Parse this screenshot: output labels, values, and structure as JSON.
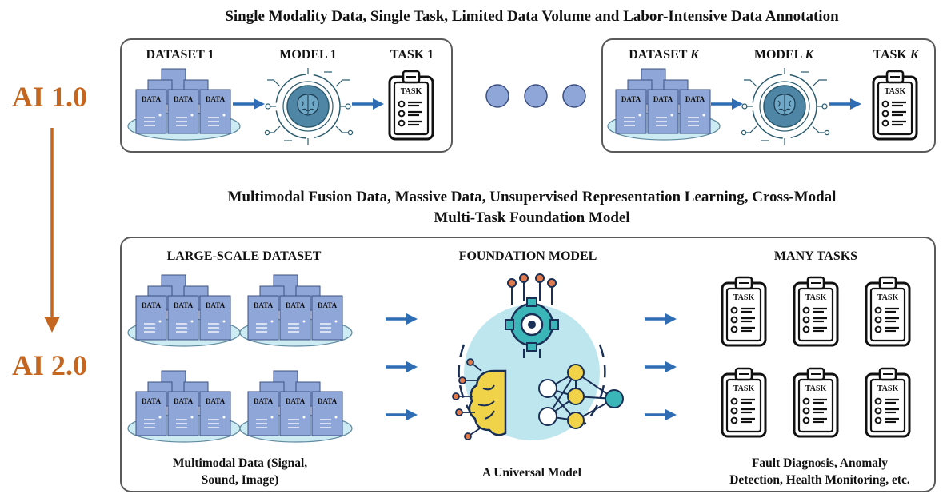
{
  "eras": {
    "ai1": "AI 1.0",
    "ai2": "AI 2.0"
  },
  "top": {
    "heading": "Single Modality Data, Single Task, Limited Data Volume and Labor-Intensive Data Annotation",
    "left_panel": {
      "dataset": "DATASET 1",
      "model": "MODEL 1",
      "task": "TASK 1"
    },
    "right_panel": {
      "dataset_prefix": "DATASET ",
      "model_prefix": "MODEL ",
      "task_prefix": "TASK ",
      "k": "K"
    }
  },
  "bottom": {
    "heading_line1": "Multimodal Fusion Data, Massive Data, Unsupervised Representation Learning, Cross-Modal",
    "heading_line2": "Multi-Task Foundation Model",
    "dataset_title": "LARGE-SCALE DATASET",
    "model_title": "FOUNDATION MODEL",
    "tasks_title": "MANY TASKS",
    "dataset_caption_line1": "Multimodal Data (Signal,",
    "dataset_caption_line2": "Sound, Image)",
    "model_caption": "A Universal Model",
    "tasks_caption_line1": "Fault Diagnosis, Anomaly",
    "tasks_caption_line2": "Detection, Health Monitoring, etc."
  },
  "icon_text": {
    "data": "DATA",
    "task": "TASK"
  },
  "colors": {
    "era_accent": "#C4661F",
    "arrow_blue": "#2E6DB4",
    "server_fill": "#8FA6D8",
    "platform_fill": "#CDEBF2",
    "dot_fill": "#8FA6D8"
  }
}
